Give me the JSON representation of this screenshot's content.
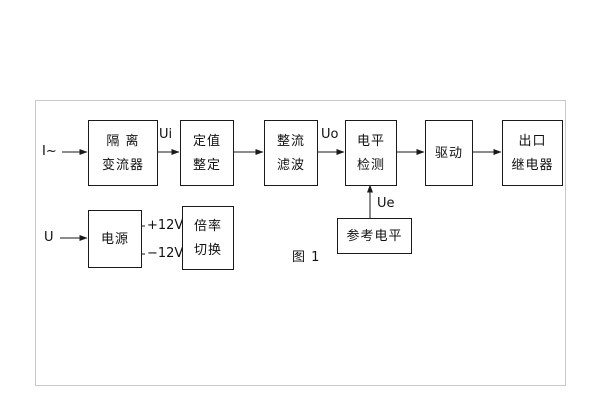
{
  "figure": {
    "caption": "图 1"
  },
  "nodes": {
    "isolation": {
      "line1": "隔 离",
      "line2": "变流器"
    },
    "setting": {
      "line1": "定值",
      "line2": "整定"
    },
    "rectify": {
      "line1": "整流",
      "line2": "滤波"
    },
    "level": {
      "line1": "电平",
      "line2": "检测"
    },
    "drive": {
      "label": "驱动"
    },
    "relay": {
      "line1": "出口",
      "line2": "继电器"
    },
    "power": {
      "label": "电源"
    },
    "ratio": {
      "line1": "倍率",
      "line2": "切换"
    },
    "reference": {
      "label": "参考电平"
    }
  },
  "signals": {
    "input_current": "I~",
    "input_voltage": "U",
    "ui": "Ui",
    "uo": "Uo",
    "ue": "Ue",
    "plus_12v": "+12V",
    "minus_12v": "−12V"
  },
  "colors": {
    "line": "#1a1a1a",
    "frame_border": "#c9c9c9"
  }
}
